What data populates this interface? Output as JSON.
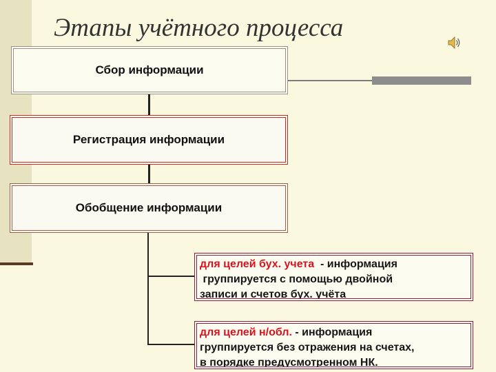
{
  "slide": {
    "title": "Этапы учётного процесса",
    "icons": [
      "speaker-icon"
    ]
  },
  "colors": {
    "background": "#fbf8e0",
    "left_band": "#e7e3c1",
    "accent_red": "#cc2a22",
    "highlight_red": "#d8131d",
    "border_maroon": "#8c1c42",
    "connector": "#222222"
  },
  "stages": [
    {
      "label": "Сбор информации"
    },
    {
      "label": "Регистрация информации"
    },
    {
      "label": "Обобщение информации"
    }
  ],
  "branches": [
    {
      "highlight": "для целей бух. учета",
      "line1_rest": "  - информация",
      "line2": " группируется с помощью двойной",
      "line3": "записи и счетов бух. учёта"
    },
    {
      "highlight": "для целей н/обл.",
      "line1_rest": " - информация",
      "line2": "группируется без отражения на счетах,",
      "line3": "в порядке предусмотренном НК."
    }
  ]
}
